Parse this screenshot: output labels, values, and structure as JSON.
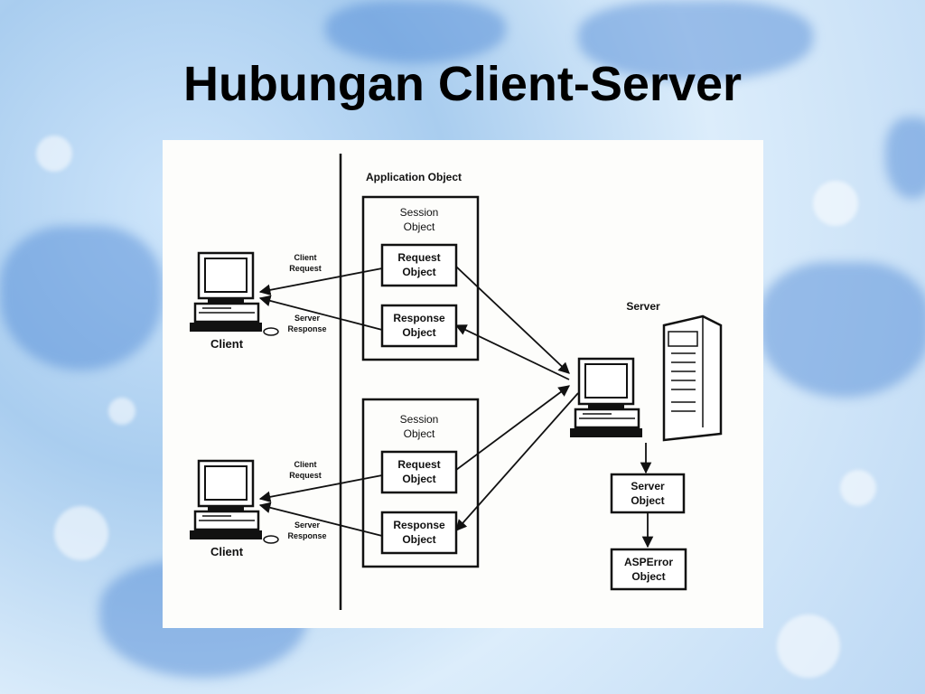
{
  "slide": {
    "title": "Hubungan Client-Server"
  },
  "diagram": {
    "application_label": "Application Object",
    "server_label": "Server",
    "client_label": "Client",
    "client_request": [
      "Client",
      "Request"
    ],
    "server_response": [
      "Server",
      "Response"
    ],
    "session": [
      "Session",
      "Object"
    ],
    "request_object": [
      "Request",
      "Object"
    ],
    "response_object": [
      "Response",
      "Object"
    ],
    "server_object": [
      "Server",
      "Object"
    ],
    "asperror_object": [
      "ASPError",
      "Object"
    ]
  }
}
